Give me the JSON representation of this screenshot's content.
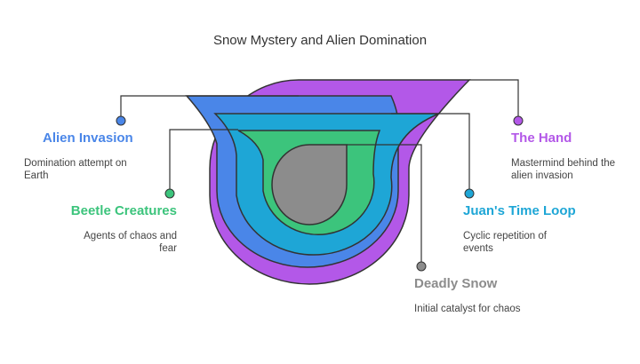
{
  "title": "Snow Mystery and Alien Domination",
  "layers": [
    {
      "id": "the-hand",
      "heading": "The Hand",
      "desc": "Mastermind behind the alien invasion",
      "color": "#b358e8"
    },
    {
      "id": "alien-invasion",
      "heading": "Alien Invasion",
      "desc": "Domination attempt on Earth",
      "color": "#4a86e8"
    },
    {
      "id": "juans-time-loop",
      "heading": "Juan's Time Loop",
      "desc": "Cyclic repetition of events",
      "color": "#1ea6d6"
    },
    {
      "id": "beetle-creatures",
      "heading": "Beetle Creatures",
      "desc": "Agents of chaos and fear",
      "color": "#3cc47c"
    },
    {
      "id": "deadly-snow",
      "heading": "Deadly Snow",
      "desc": "Initial catalyst for chaos",
      "color": "#8c8c8c"
    }
  ]
}
